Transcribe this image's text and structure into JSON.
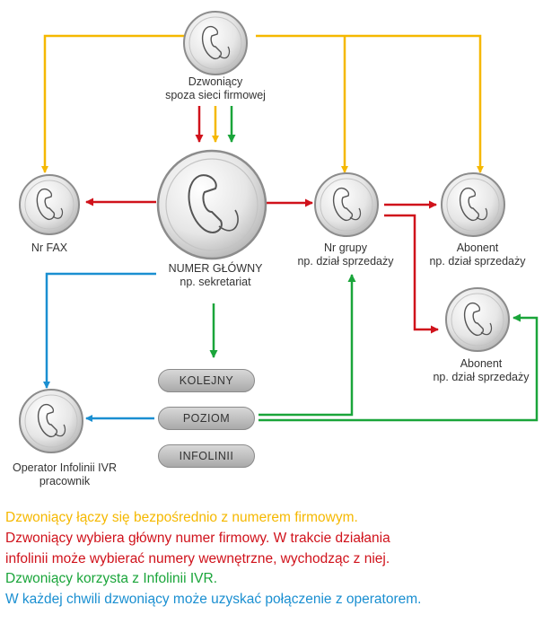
{
  "nodes": {
    "external_caller": {
      "line1": "Dzwoniący",
      "line2": "spoza sieci firmowej"
    },
    "fax": {
      "label": "Nr FAX"
    },
    "main_number": {
      "line1": "NUMER GŁÓWNY",
      "line2": "np. sekretariat"
    },
    "group": {
      "line1": "Nr grupy",
      "line2": "np. dział sprzedaży"
    },
    "subscriber_top": {
      "line1": "Abonent",
      "line2": "np. dział sprzedaży"
    },
    "subscriber_bottom": {
      "line1": "Abonent",
      "line2": "np. dział sprzedaży"
    },
    "operator": {
      "line1": "Operator Infolinii IVR",
      "line2": "pracownik"
    }
  },
  "ivr_menu": [
    "KOLEJNY",
    "POZIOM",
    "INFOLINII"
  ],
  "legend": [
    {
      "text": "Dzwoniący łączy się bezpośrednio z numerem firmowym.",
      "color": "#f5b800"
    },
    {
      "text": "Dzwoniący wybiera główny numer firmowy. W trakcie działania",
      "color": "#d0121b"
    },
    {
      "text": "infolinii może wybierać numery wewnętrzne, wychodząc z niej.",
      "color": "#d0121b"
    },
    {
      "text": "Dzwoniący korzysta z Infolinii IVR.",
      "color": "#1aa53a"
    },
    {
      "text": "W każdej chwili dzwoniący może uzyskać połączenie z operatorem.",
      "color": "#1a8fd1"
    }
  ],
  "colors": {
    "yellow": "#f5b800",
    "red": "#d0121b",
    "green": "#1aa53a",
    "blue": "#1a8fd1"
  }
}
